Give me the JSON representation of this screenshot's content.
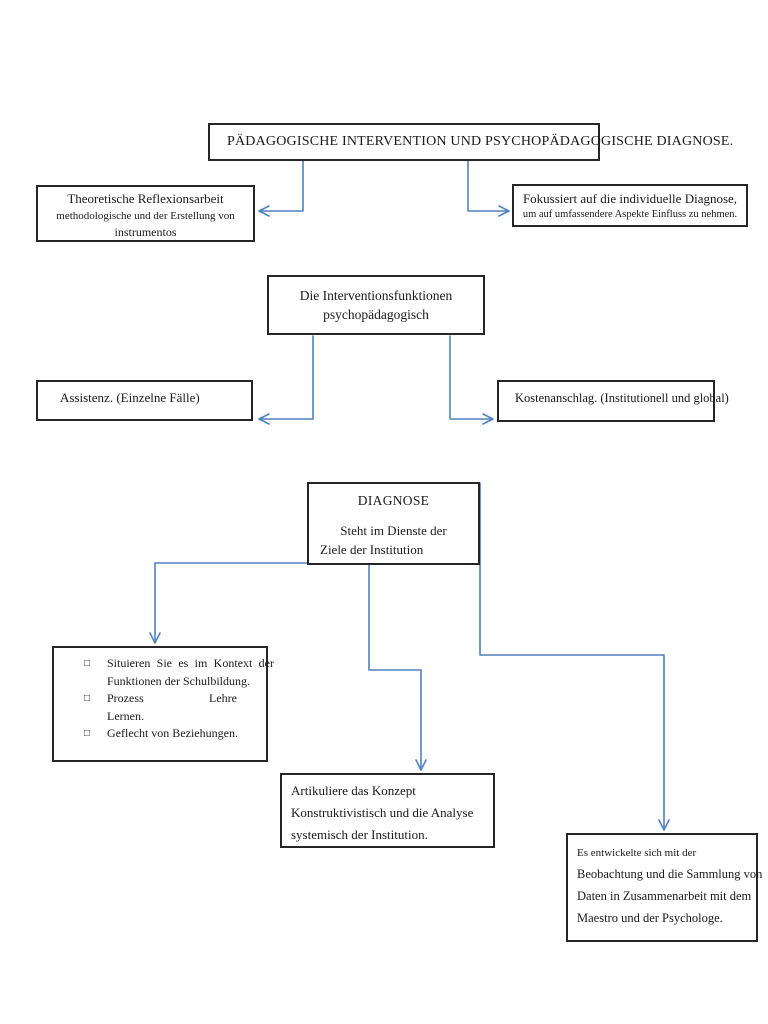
{
  "page": {
    "background": "#ffffff",
    "accent_blue": "#4f81bd",
    "border_color": "#262626"
  },
  "boxes": {
    "title": {
      "text": "PÄDAGOGISCHE INTERVENTION UND PSYCHOPÄDAGOGISCHE DIAGNOSE."
    },
    "theoretische": {
      "line1": "Theoretische Reflexionsarbeit",
      "line2": "methodologische und der Erstellung von",
      "line3": "instrumentos"
    },
    "fokussiert": {
      "line1": "Fokussiert auf die individuelle Diagnose,",
      "line2": "um auf umfassendere Aspekte Einfluss zu nehmen."
    },
    "interventionsfunktionen": {
      "line1": "Die Interventionsfunktionen",
      "line2": "psychopädagogisch"
    },
    "assistenz": {
      "text": "Assistenz. (Einzelne Fälle)"
    },
    "kostenanschlag": {
      "text": "Kostenanschlag. (Institutionell und global)"
    },
    "diagnose": {
      "title": "DIAGNOSE",
      "line1": "Steht im Dienste der",
      "line2": "Ziele der Institution"
    },
    "bullets": {
      "marker": "□",
      "items": [
        {
          "line1": "Situieren Sie es im Kontext der",
          "line2": "Funktionen der Schulbildung."
        },
        {
          "word1": "Prozess",
          "word2": "Lehre",
          "line2": "Lernen."
        },
        {
          "line1": "Geflecht von Beziehungen."
        }
      ]
    },
    "artikuliere": {
      "line1": "Artikuliere das Konzept",
      "line2": "Konstruktivistisch und die Analyse",
      "line3": "systemisch der Institution."
    },
    "entwickelte": {
      "line1": "Es entwickelte sich mit der",
      "line2": "Beobachtung und die Sammlung von",
      "line3": "Daten in Zusammenarbeit mit dem",
      "line4": "Maestro und der Psychologe."
    }
  }
}
